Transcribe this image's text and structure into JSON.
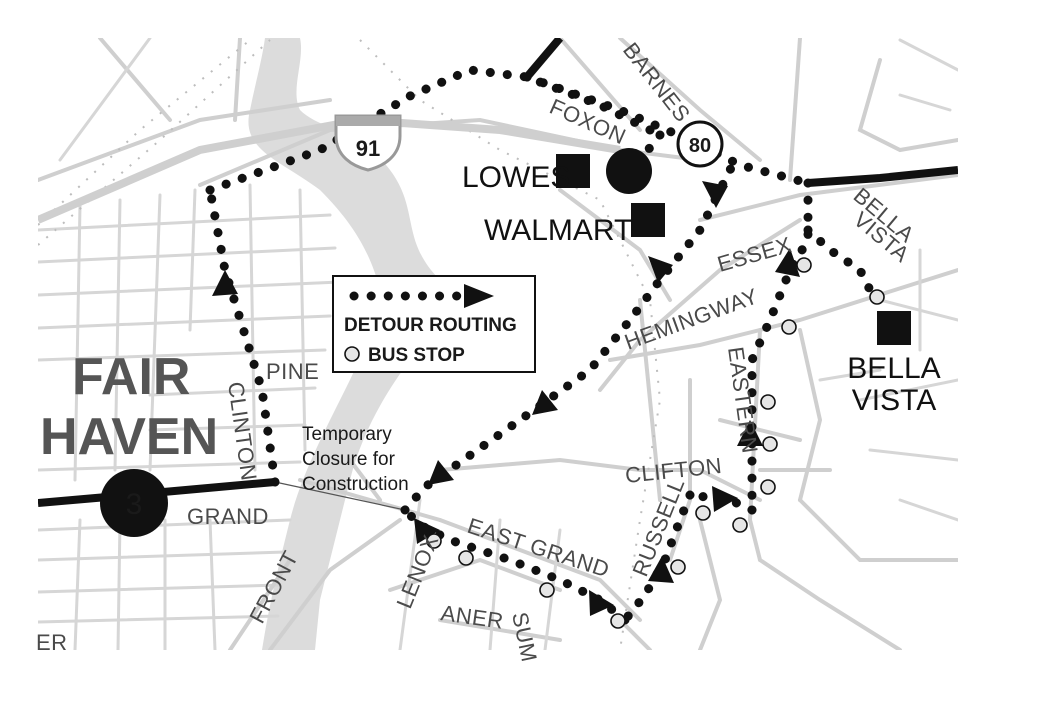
{
  "neighborhood": {
    "line1": "FAIR",
    "line2": "HAVEN"
  },
  "places": {
    "lowes": "LOWES",
    "walmart": "WALMART",
    "bella_vista_line1": "BELLA",
    "bella_vista_line2": "VISTA"
  },
  "highways": {
    "i91": "91",
    "route80": "80",
    "route3": "3"
  },
  "streets": {
    "barnes": "BARNES",
    "foxon": "FOXON",
    "essex": "ESSEX",
    "bella_vista_line1": "BELLA",
    "bella_vista_line2": "VISTA",
    "hemingway": "HEMINGWAY",
    "eastern": "EASTERN",
    "pine": "PINE",
    "clinton": "CLINTON",
    "clifton": "CLIFTON",
    "grand": "GRAND",
    "east_grand": "EAST GRAND",
    "russell": "RUSSELL",
    "lenox": "LENOX",
    "front": "FRONT",
    "aner": "ANER",
    "sum": "SUM",
    "er": "ER"
  },
  "legend": {
    "detour_label": "DETOUR ROUTING",
    "stop_label": "BUS STOP"
  },
  "annotation": {
    "line1": "Temporary",
    "line2": "Closure for",
    "line3": "Construction"
  },
  "colors": {
    "detour": "#111111",
    "road": "#cfcfcf",
    "river": "#dcdcdc",
    "stop_fill": "#e6e6e6"
  }
}
